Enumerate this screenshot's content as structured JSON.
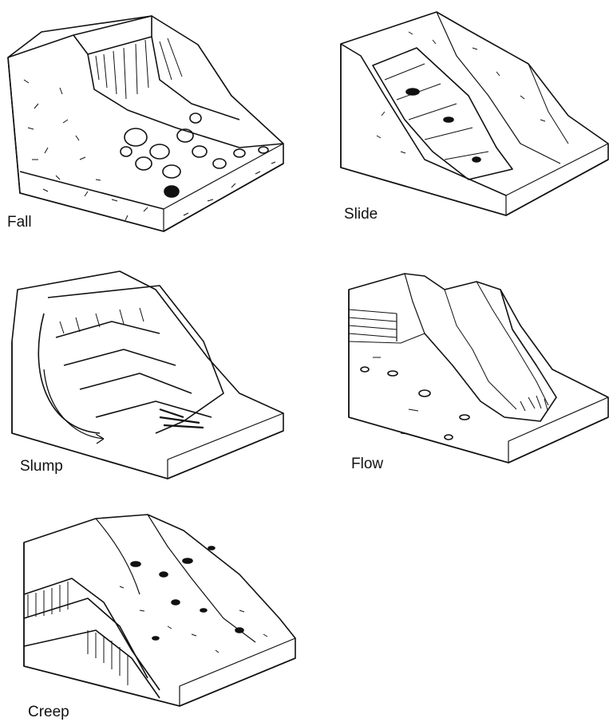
{
  "labels": {
    "fall": "Fall",
    "slide": "Slide",
    "slump": "Slump",
    "flow": "Flow",
    "creep": "Creep"
  },
  "colors": {
    "ink": "#111111",
    "paper": "#ffffff"
  }
}
